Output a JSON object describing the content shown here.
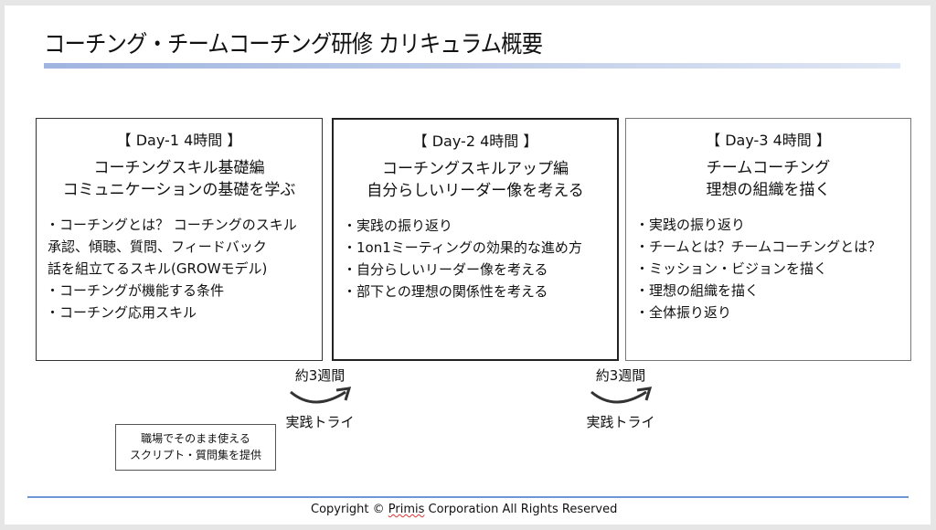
{
  "title": "コーチング・チームコーチング研修 カリキュラム概要",
  "days": [
    {
      "label": "【 Day-1 4時間 】",
      "heading": [
        "コーチングスキル基礎編",
        "コミュニケーションの基礎を学ぶ"
      ],
      "items": [
        "・コーチングとは？ コーチングのスキル",
        "承認、傾聴、質問、フィードバック",
        "話を組立てるスキル(GROWモデル)",
        "・コーチングが機能する条件",
        "・コーチング応用スキル"
      ]
    },
    {
      "label": "【 Day-2 4時間 】",
      "heading": [
        "コーチングスキルアップ編",
        "自分らしいリーダー像を考える"
      ],
      "items": [
        "・実践の振り返り",
        "・1on1ミーティングの効果的な進め方",
        "・自分らしいリーダー像を考える",
        "・部下との理想の関係性を考える"
      ]
    },
    {
      "label": "【 Day-3 4時間 】",
      "heading": [
        "チームコーチング",
        "理想の組織を描く"
      ],
      "items": [
        "・実践の振り返り",
        "・チームとは？チームコーチングとは？",
        "・ミッション・ビジョンを描く",
        "・理想の組織を描く",
        "・全体振り返り"
      ]
    }
  ],
  "gaps": [
    {
      "period": "約3週間",
      "action": "実践トライ"
    },
    {
      "period": "約3週間",
      "action": "実践トライ"
    }
  ],
  "note": [
    "職場でそのまま使える",
    "スクリプト・質問集を提供"
  ],
  "footer": {
    "prefix": "Copyright © ",
    "company": "Primis",
    "suffix": " Corporation All Rights Reserved"
  }
}
